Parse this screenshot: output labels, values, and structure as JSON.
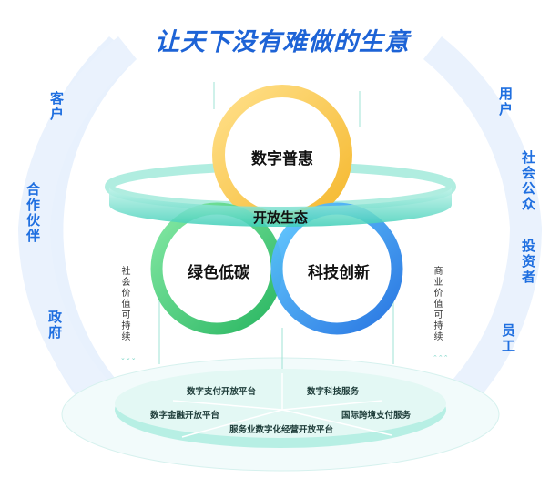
{
  "title": "让天下没有难做的生意",
  "left_stakeholders": [
    "客户",
    "合作伙伴",
    "政府"
  ],
  "right_stakeholders": [
    "用户",
    "社会公众",
    "投资者",
    "员工"
  ],
  "left_value": "社会价值可持续",
  "right_value": "商业价值可持续",
  "circles": {
    "top": "数字普惠",
    "left": "绿色低碳",
    "right": "科技创新"
  },
  "ring_label": "开放生态",
  "platforms": [
    "数字支付开放平台",
    "数字科技服务",
    "数字金融开放平台",
    "国际跨境支付服务",
    "服务业数字化经营开放平台"
  ],
  "colors": {
    "blue": "#1f6fe0",
    "yellow": "#f7c948",
    "green": "#2dc56b",
    "teal": "#4fd6c4"
  }
}
